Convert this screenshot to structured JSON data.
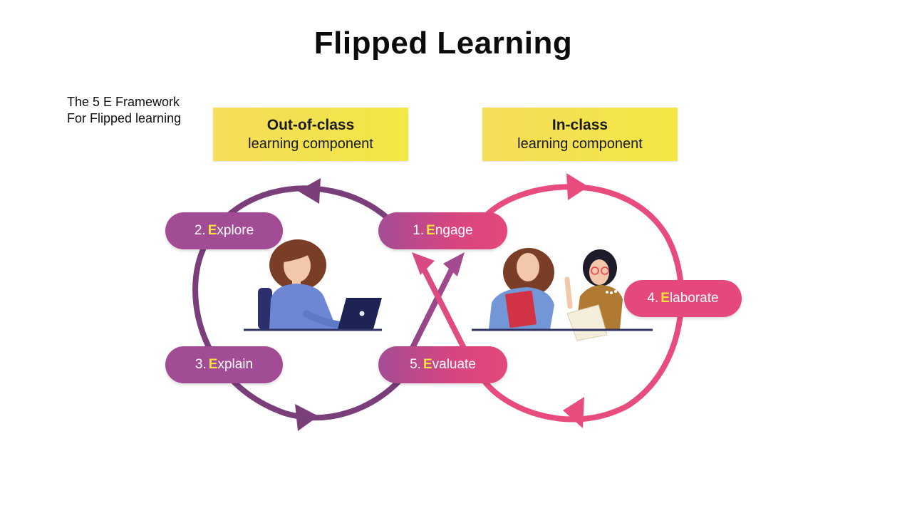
{
  "title": "Flipped Learning",
  "subtitle": {
    "line1": "The 5 E Framework",
    "line2": "For Flipped learning"
  },
  "components": {
    "out_of_class": {
      "heading": "Out-of-class",
      "subheading": "learning component"
    },
    "in_class": {
      "heading": "In-class",
      "subheading": "learning component"
    }
  },
  "stages": [
    {
      "number": "1.",
      "letter": "E",
      "rest": "ngage"
    },
    {
      "number": "2.",
      "letter": "E",
      "rest": "xplore"
    },
    {
      "number": "3.",
      "letter": "E",
      "rest": "xplain"
    },
    {
      "number": "4.",
      "letter": "E",
      "rest": "laborate"
    },
    {
      "number": "5.",
      "letter": "E",
      "rest": "valuate"
    }
  ],
  "colors": {
    "purple": "#7a3e7a",
    "pink": "#e84c7d",
    "banner": "#f5e04e",
    "highlight_letter": "#f9e23c"
  },
  "illustrations": {
    "left": "student-with-laptop-icon",
    "right": "students-in-class-icon"
  }
}
